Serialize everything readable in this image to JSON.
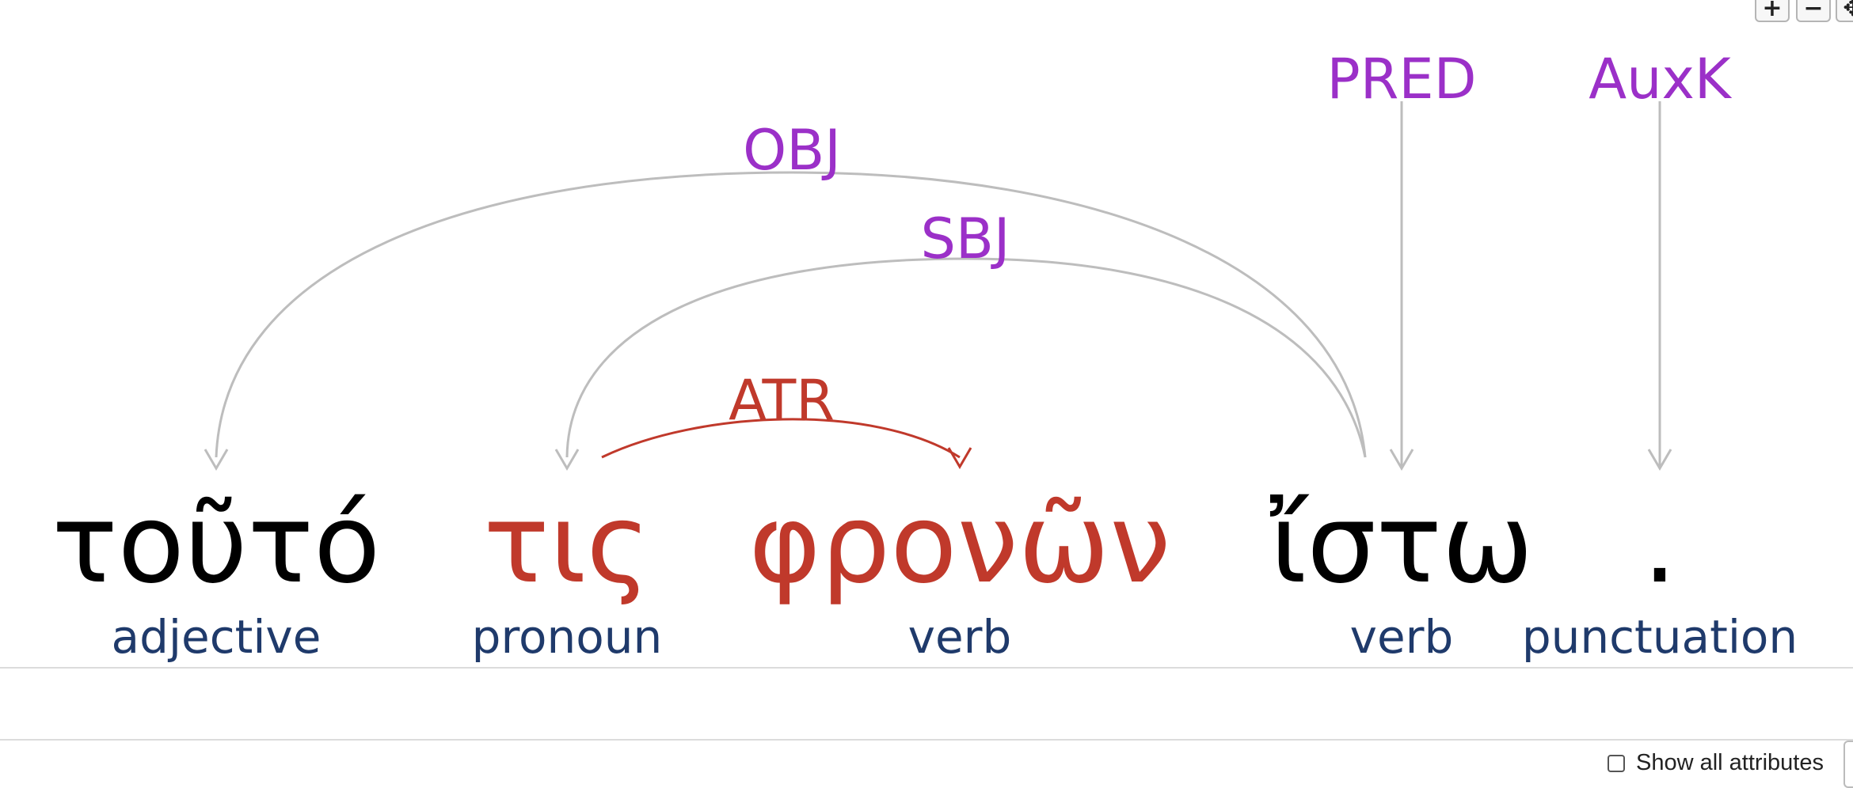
{
  "zoom_controls": {
    "zoom_in_label": "+",
    "zoom_out_label": "−",
    "pan_label": "✥"
  },
  "tokens": [
    {
      "form": "τοῦτό",
      "pos": "adjective",
      "highlighted": false
    },
    {
      "form": "τις",
      "pos": "pronoun",
      "highlighted": true
    },
    {
      "form": "φρονῶν",
      "pos": "verb",
      "highlighted": true
    },
    {
      "form": "ἴστω",
      "pos": "verb",
      "highlighted": false
    },
    {
      "form": ".",
      "pos": "punctuation",
      "highlighted": false
    }
  ],
  "dependencies": [
    {
      "label": "OBJ",
      "head": 3,
      "dependent": 0,
      "highlighted": false
    },
    {
      "label": "SBJ",
      "head": 3,
      "dependent": 1,
      "highlighted": false
    },
    {
      "label": "ATR",
      "head": 1,
      "dependent": 2,
      "highlighted": true
    }
  ],
  "root_relations": [
    {
      "label": "PRED",
      "token": 3
    },
    {
      "label": "AuxK",
      "token": 4
    }
  ],
  "colors": {
    "relation_label": "#9b30c8",
    "highlight": "#c0392b",
    "arc": "#bdbdbd",
    "pos_label": "#1f3a6b",
    "word": "#000000"
  },
  "options": {
    "show_all_attributes_label": "Show all attributes",
    "show_all_attributes_checked": false
  }
}
